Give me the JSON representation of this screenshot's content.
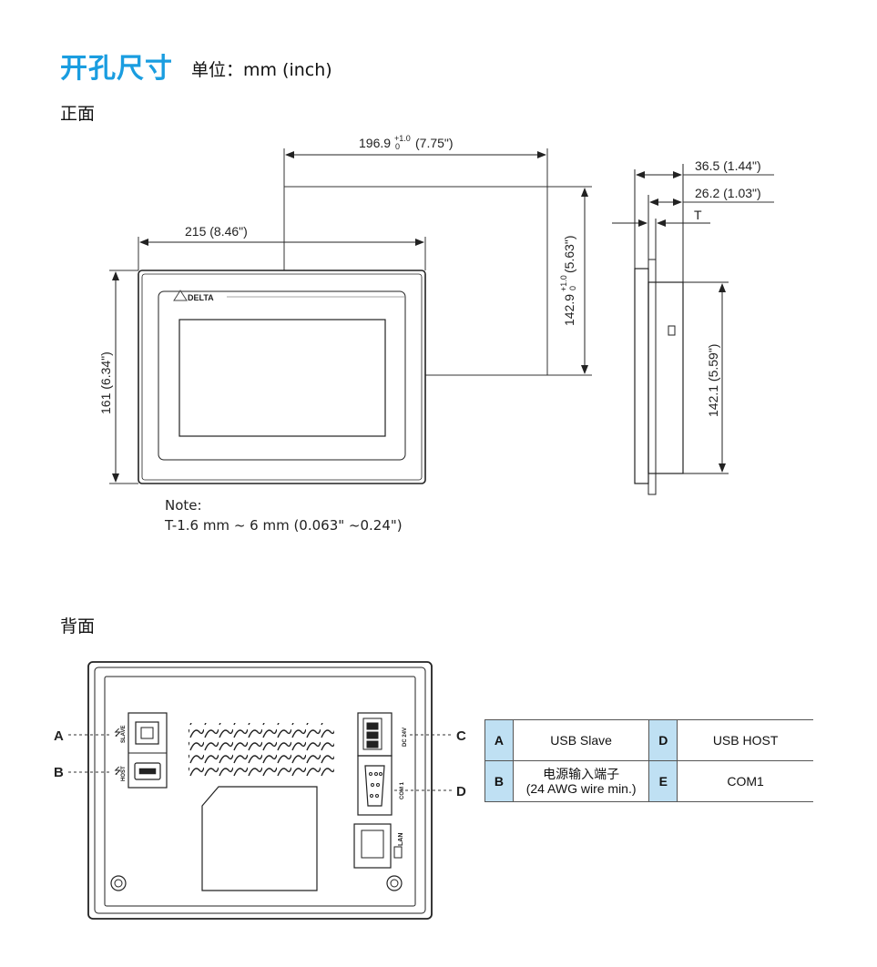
{
  "header": {
    "title": "开孔尺寸",
    "unit": "单位：mm (inch)"
  },
  "front": {
    "section_label": "正面",
    "cutout_width": "196.9",
    "cutout_width_tol": "+1.0",
    "cutout_width_tol_low": "0",
    "cutout_width_inch": "(7.75\")",
    "cutout_height": "142.9",
    "cutout_height_tol": "+1.0",
    "cutout_height_tol_low": "0",
    "cutout_height_inch": "(5.63\")",
    "panel_width": "215 (8.46\")",
    "panel_height": "161 (6.34\")",
    "logo_text": "DELTA"
  },
  "side": {
    "depth_total": "36.5 (1.44\")",
    "depth_body": "26.2 (1.03\")",
    "thickness_label": "T",
    "body_height": "142.1 (5.59\")"
  },
  "note": {
    "label": "Note:",
    "text": "T-1.6 mm ~ 6 mm (0.063\" ~0.24\")"
  },
  "back": {
    "section_label": "背面",
    "callouts": [
      "A",
      "B",
      "C",
      "D"
    ],
    "port_labels": {
      "slave": "SLAVE",
      "host": "HOST",
      "power": "DC 24V",
      "com": "COM 1",
      "lan": "LAN"
    }
  },
  "legend": {
    "rows": [
      {
        "key1": "A",
        "val1": "USB Slave",
        "key2": "D",
        "val2": "USB HOST"
      },
      {
        "key1": "B",
        "val1": "电源输入端子",
        "val1_sub": "(24 AWG wire min.)",
        "key2": "E",
        "val2": "COM1"
      }
    ]
  },
  "colors": {
    "title": "#1a9de0",
    "legend_key_bg": "#bfe0f3"
  }
}
